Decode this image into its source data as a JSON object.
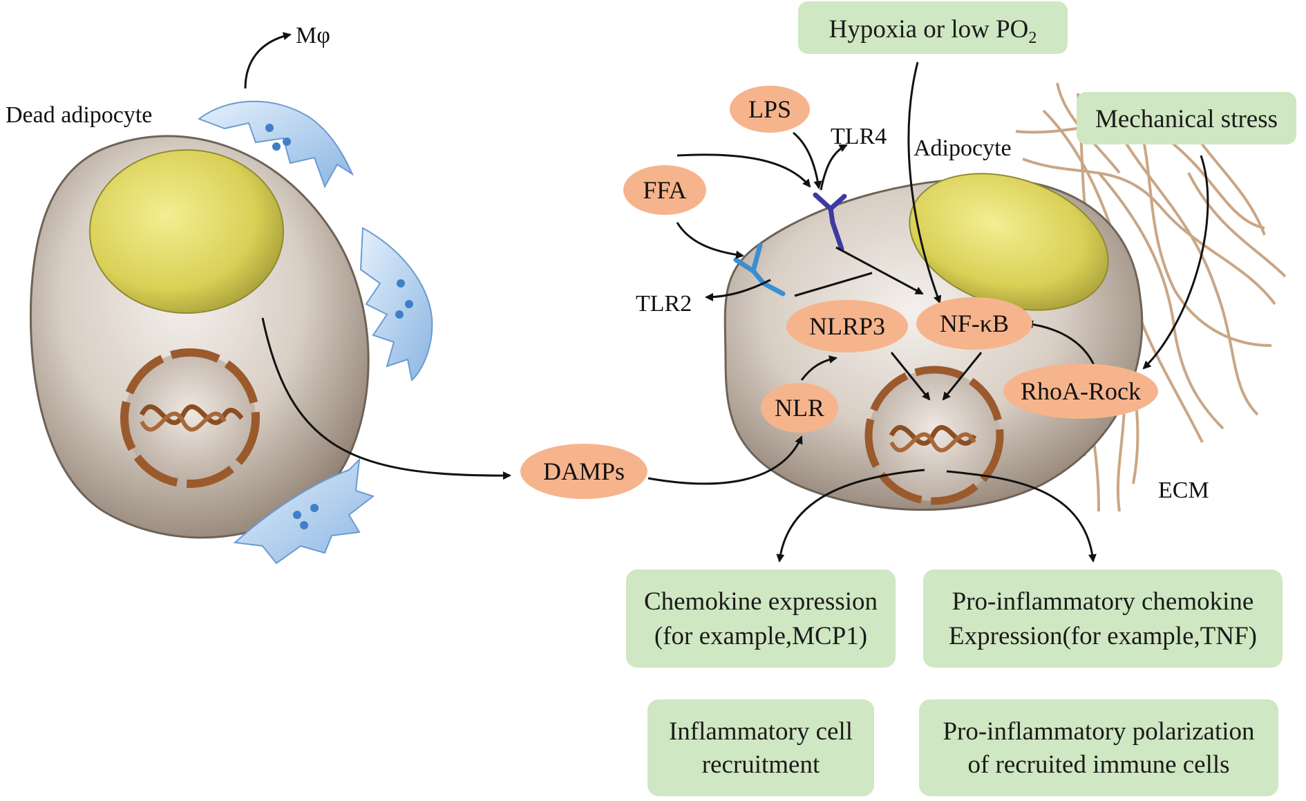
{
  "left_cell": {
    "label": "Dead adipocyte",
    "macrophage_label": "Mφ"
  },
  "right_cell": {
    "label": "Adipocyte",
    "ecm_label": "ECM"
  },
  "receptors": {
    "tlr4": "TLR4",
    "tlr2": "TLR2"
  },
  "pills": {
    "lps": "LPS",
    "ffa": "FFA",
    "nlrp3": "NLRP3",
    "nfkb": "NF-κB",
    "nlr": "NLR",
    "rhoa": "RhoA-Rock",
    "damps": "DAMPs"
  },
  "boxes": {
    "hypoxia": {
      "text": "Hypoxia or low PO",
      "sub": "2"
    },
    "mech": {
      "text": "Mechanical stress"
    },
    "chemokine": {
      "line1": "Chemokine expression",
      "line2": "(for example,MCP1)"
    },
    "proinf": {
      "line1": "Pro-inflammatory chemokine",
      "line2": "Expression(for example,TNF)"
    },
    "recruit": {
      "line1": "Inflammatory cell",
      "line2": "recruitment"
    },
    "polar": {
      "line1": "Pro-inflammatory polarization",
      "line2": "of recruited immune cells"
    }
  },
  "colors": {
    "pill_fill": "#f6b48c",
    "box_fill": "#cfe7c2",
    "cell_fill": "#c9bdb2",
    "fat_fill": "#d8cf58",
    "nucleus_ring": "#9a5a2c",
    "macrophage": "#8fb8e6",
    "ecm_fiber": "#c8a27f",
    "receptor_tlr4": "#3d3aa0",
    "receptor_tlr2": "#3b8fd0"
  }
}
